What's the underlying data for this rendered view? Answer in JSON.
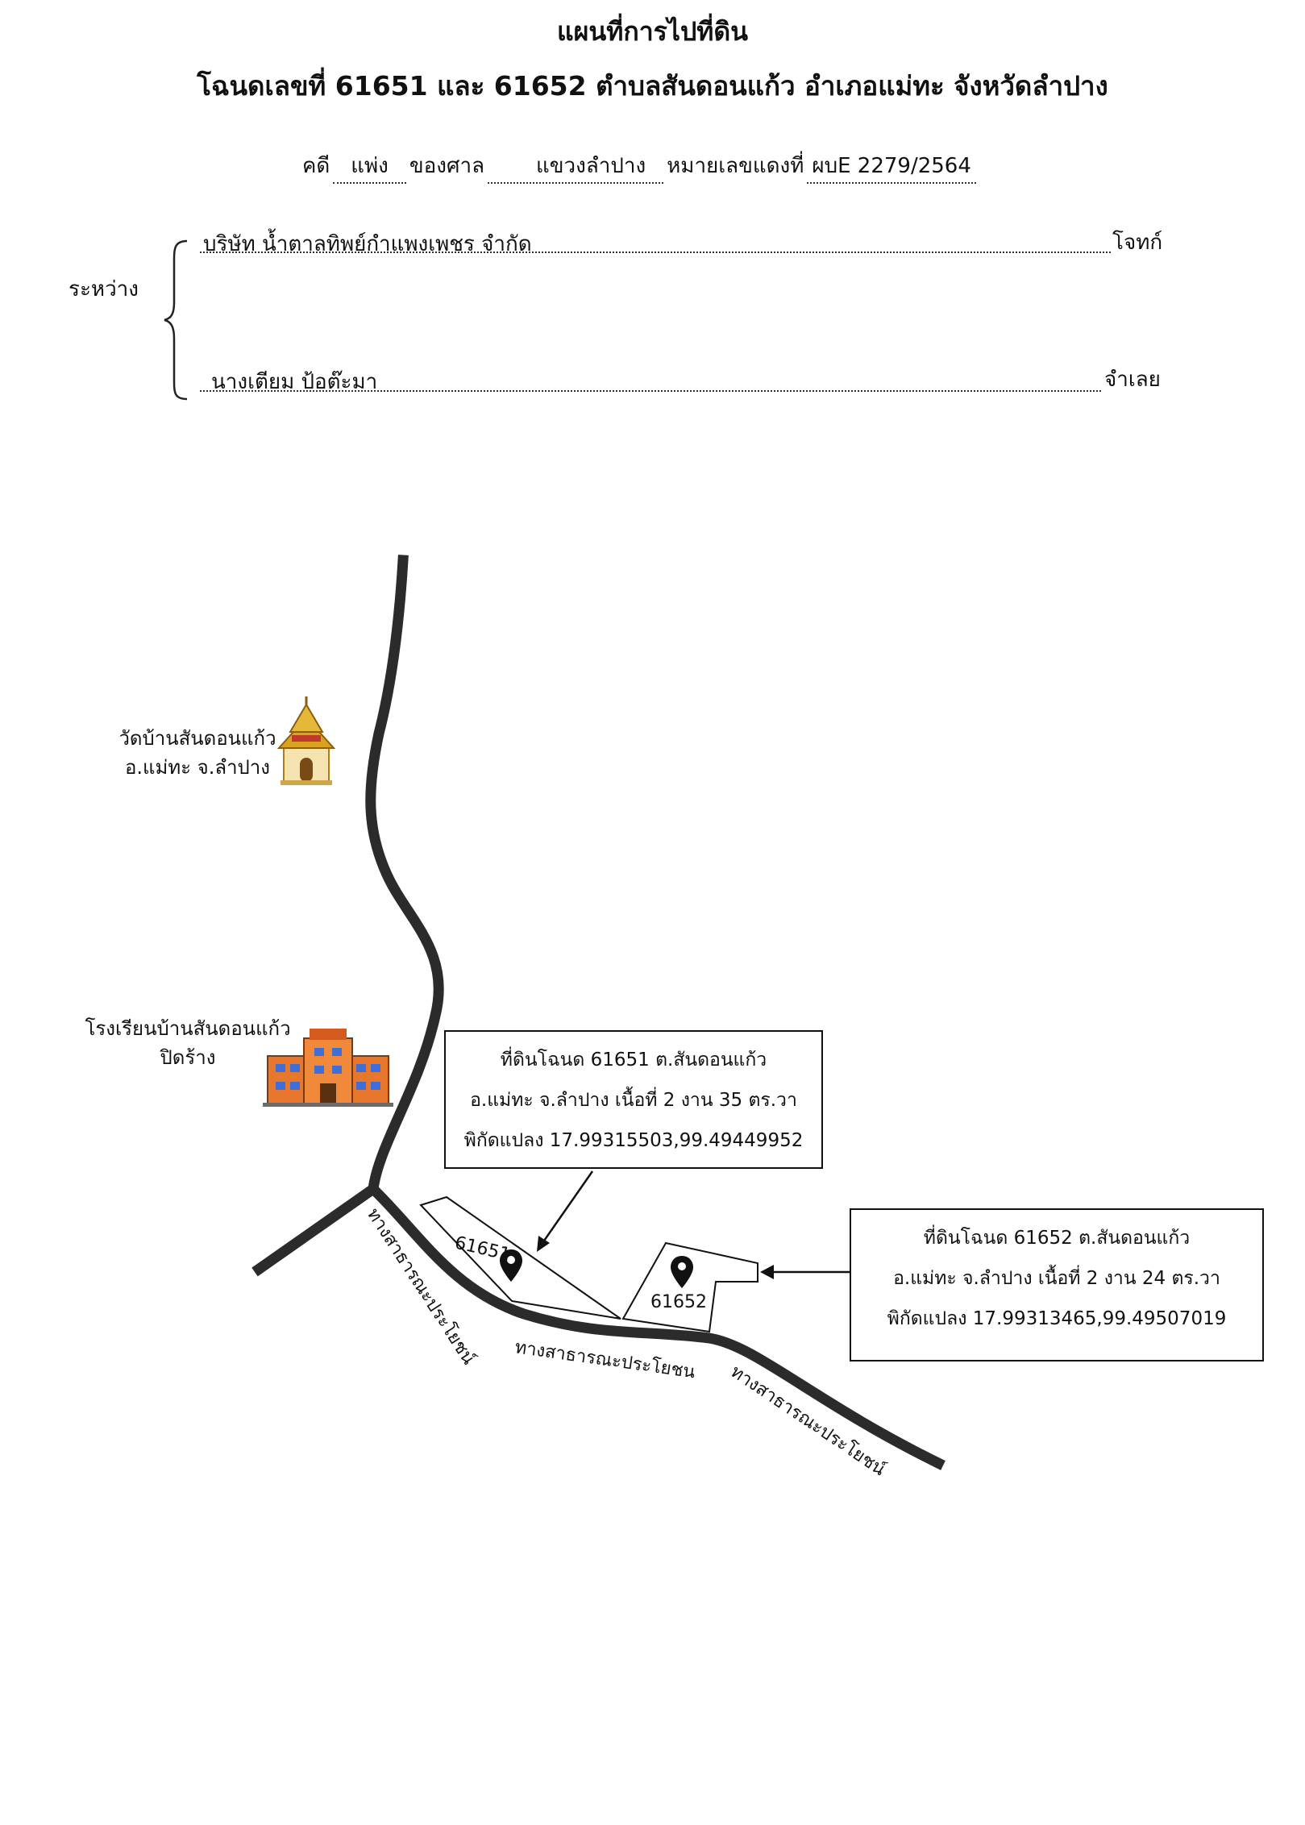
{
  "header": {
    "title": "แผนที่การไปที่ดิน",
    "subtitle": "โฉนดเลขที่  61651 และ 61652 ตำบลสันดอนแก้ว  อำเภอแม่ทะ  จังหวัดลำปาง"
  },
  "case": {
    "case_label": "คดี",
    "case_type": "แพ่ง",
    "court_label": "ของศาล",
    "court": "แขวงลำปาง",
    "number_label": "หมายเลขแดงที่",
    "number": "ผบE 2279/2564"
  },
  "parties": {
    "between_label": "ระหว่าง",
    "plaintiff": "บริษัท น้ำตาลทิพย์กำแพงเพชร จำกัด",
    "plaintiff_role": "โจทก์",
    "defendant": "นางเตียม  ป้อต๊ะมา",
    "defendant_role": "จำเลย"
  },
  "landmarks": {
    "temple_line1": "วัดบ้านสันดอนแก้ว",
    "temple_line2": "อ.แม่ทะ จ.ลำปาง",
    "school_line1": "โรงเรียนบ้านสันดอนแก้ว",
    "school_line2": "ปิดร้าง"
  },
  "parcel_61651": {
    "line1": "ที่ดินโฉนด 61651 ต.สันดอนแก้ว",
    "line2": "อ.แม่ทะ จ.ลำปาง เนื้อที่ 2 งาน 35 ตร.วา",
    "line3": "พิกัดแปลง 17.99315503,99.49449952",
    "map_label": "61651"
  },
  "parcel_61652": {
    "line1": "ที่ดินโฉนด 61652 ต.สันดอนแก้ว",
    "line2": "อ.แม่ทะ จ.ลำปาง เนื้อที่ 2 งาน 24 ตร.วา",
    "line3": "พิกัดแปลง 17.99313465,99.49507019",
    "map_label": "61652"
  },
  "roads": {
    "road_label": "ทางสาธารณะประโยชน์",
    "road_label_short": "ทางสาธารณะประโยชน"
  },
  "colors": {
    "road": "#2b2b2b",
    "temple_gold": "#d9a321",
    "school_orange": "#e8772e"
  }
}
